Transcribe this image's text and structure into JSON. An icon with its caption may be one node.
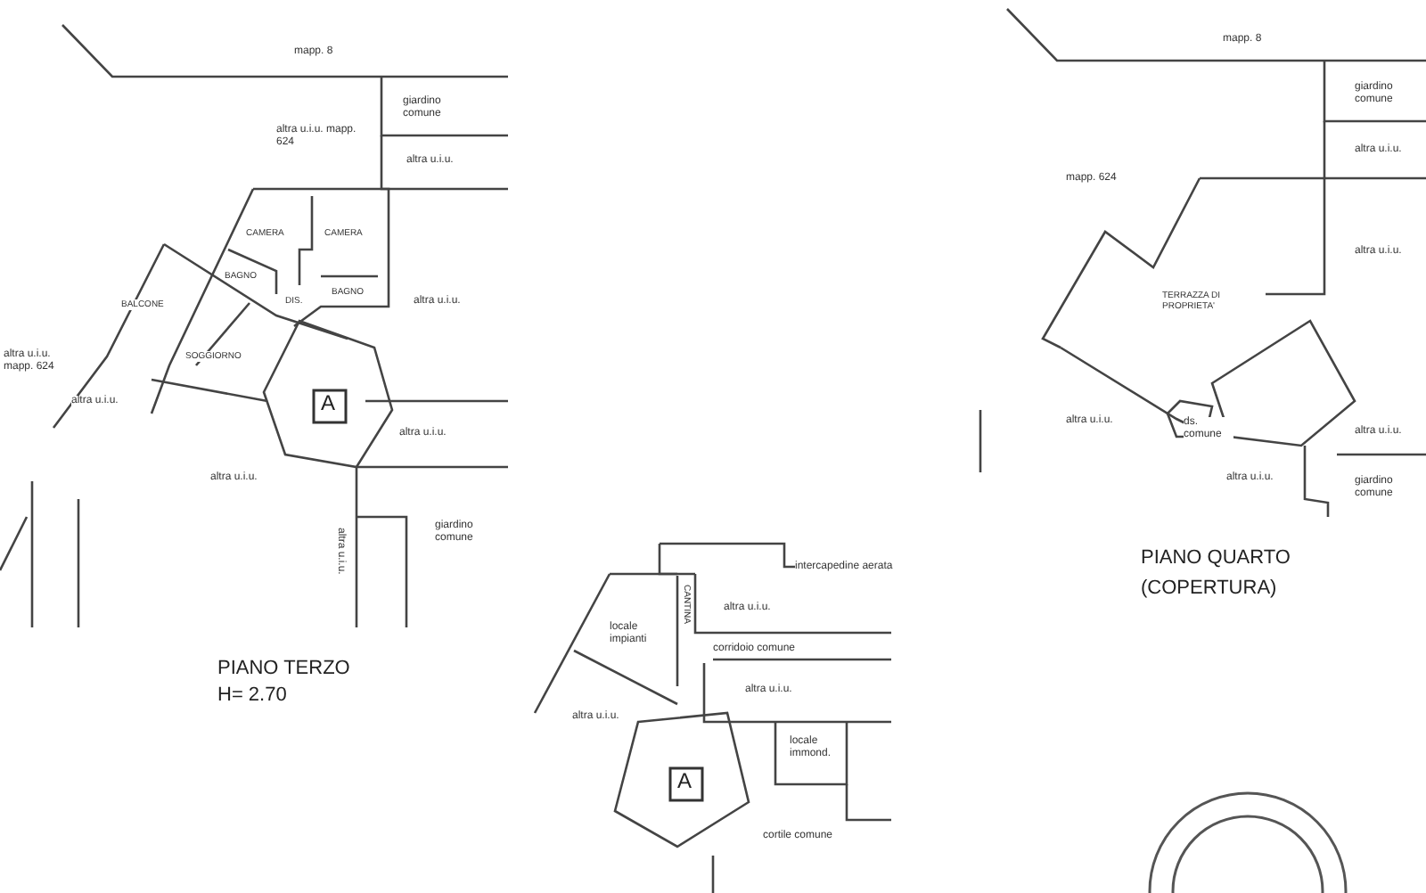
{
  "diagram": {
    "labels": [
      "mapp. 8",
      "giardino comune",
      "altra u.i.u. mapp. 624",
      "altra u.i.u.",
      "CAMERA",
      "CAMERA",
      "BAGNO",
      "BAGNO",
      "DIS.",
      "altra u.i.u.",
      "BALCONE",
      "altra u.i.u. mapp. 624",
      "SOGGIORNO",
      "A",
      "altra u.i.u.",
      "altra u.i.u.",
      "altra u.i.u.",
      "altra u.i.u.",
      "giardino comune",
      "PIANO TERZO",
      "H= 2.70",
      "mapp. 8",
      "giardino comune",
      "altra u.i.u.",
      "mapp. 624",
      "altra u.i.u.",
      "TERRAZZA DI PROPRIETA'",
      "altra u.i.u.",
      "ds. comune",
      "altra u.i.u.",
      "altra u.i.u.",
      "giardino comune",
      "PIANO QUARTO",
      "(COPERTURA)",
      "intercapedine aerata",
      "CANTINA",
      "altra u.i.u.",
      "locale impianti",
      "corridoio comune",
      "altra u.i.u.",
      "altra u.i.u.",
      "locale immond.",
      "A",
      "cortile comune"
    ]
  }
}
